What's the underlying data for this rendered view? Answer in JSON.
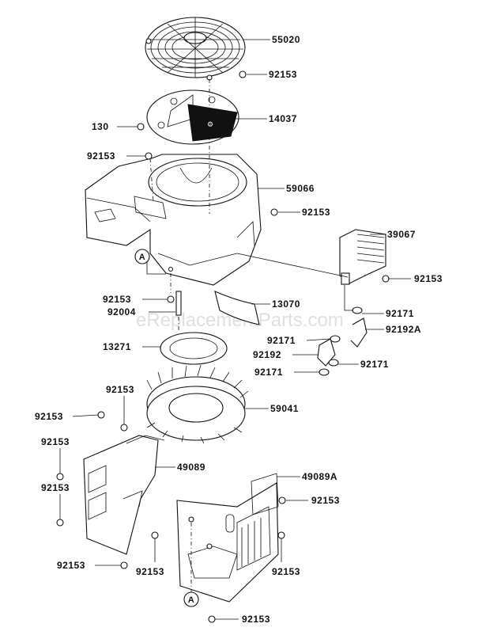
{
  "watermark": "eReplacementParts.com",
  "callouts": {
    "ref_a_upper": "A",
    "ref_a_lower": "A"
  },
  "labels": {
    "p55020": "55020",
    "p92153_a": "92153",
    "p14037": "14037",
    "p130": "130",
    "p92153_b": "92153",
    "p59066": "59066",
    "p92153_c": "92153",
    "p39067": "39067",
    "p92153_d": "92153",
    "p92153_e": "92153",
    "p92004": "92004",
    "p13070": "13070",
    "p92171_a": "92171",
    "p92192a": "92192A",
    "p13271": "13271",
    "p92171_b": "92171",
    "p92192": "92192",
    "p92171_c": "92171",
    "p92171_d": "92171",
    "p92153_f": "92153",
    "p59041": "59041",
    "p92153_g": "92153",
    "p92153_h": "92153",
    "p49089": "49089",
    "p92153_i": "92153",
    "p49089a": "49089A",
    "p92153_j": "92153",
    "p92153_k": "92153",
    "p92153_l": "92153",
    "p92153_m": "92153",
    "p92153_n": "92153"
  }
}
